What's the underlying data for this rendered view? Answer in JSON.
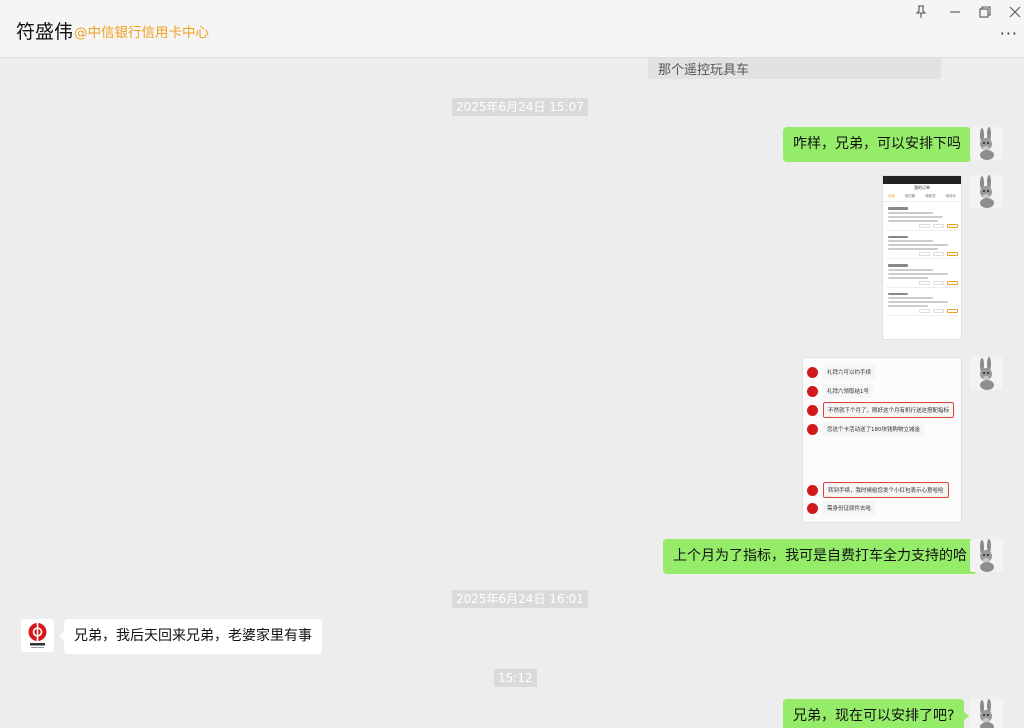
{
  "header": {
    "contact_name": "符盛伟",
    "contact_org": "@中信银行信用卡中心",
    "icons": [
      "pin-icon",
      "minimize-icon",
      "restore-icon",
      "close-icon",
      "more-icon"
    ],
    "more_label": "···"
  },
  "chat": {
    "clipped_message": "那个遥控玩具车",
    "timestamps": [
      "2025年6月24日 15:07",
      "2025年6月24日 16:01",
      "15:12"
    ],
    "messages": {
      "m1": "咋样，兄弟，可以安排下吗",
      "m4": "上个月为了指标，我可是自费打车全力支持的哈",
      "m5": "兄弟，我后天回来兄弟，老婆家里有事",
      "m6": "兄弟，现在可以安排了吧?"
    },
    "phone_screenshot": {
      "title": "我的订单",
      "tabs": [
        "全部",
        "待付款",
        "待收货",
        "待评价"
      ]
    },
    "chat_screenshot": {
      "lines": [
        "礼拜六可以约手续",
        "礼拜六领取结1号",
        "不然就下个月了，刚好这个月有机行送这搭配指标",
        "您这个卡活动送了180块钱购物立减金",
        "转到手续，我时候给您发个小红包表示心意哈哈",
        "需身份证原件去哈"
      ]
    }
  },
  "colors": {
    "my_bubble": "#95ec69",
    "their_bubble": "#ffffff",
    "org_label": "#f0a020",
    "background": "#ededed"
  }
}
